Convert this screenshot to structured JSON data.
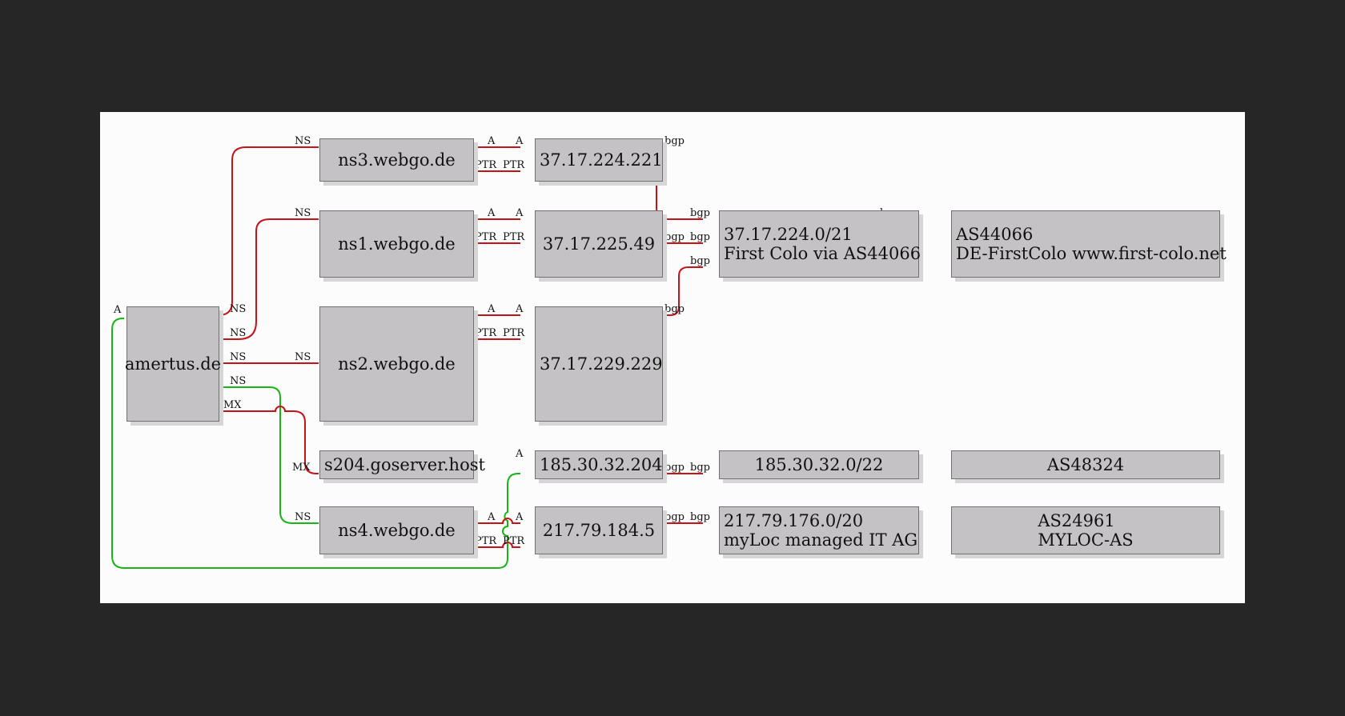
{
  "colors": {
    "dns": "#c4141a",
    "ns_alt": "#18b418",
    "node_fill": "#c4c2c4",
    "background": "#262626",
    "canvas": "#fcfcfc"
  },
  "nodes": {
    "amertus": "amertus.de",
    "ns3": "ns3.webgo.de",
    "ns1": "ns1.webgo.de",
    "ns2": "ns2.webgo.de",
    "s204": "s204.goserver.host",
    "ns4": "ns4.webgo.de",
    "ip_221": "37.17.224.221",
    "ip_49": "37.17.225.49",
    "ip_229": "37.17.229.229",
    "ip_204": "185.30.32.204",
    "ip_1845": "217.79.184.5",
    "net_224": {
      "line1": "37.17.224.0/21",
      "line2": "First Colo via AS44066"
    },
    "net_185": "185.30.32.0/22",
    "net_217": {
      "line1": "217.79.176.0/20",
      "line2": "myLoc managed IT AG"
    },
    "as_44066": {
      "line1": "AS44066",
      "line2": "DE-FirstColo www.first-colo.net"
    },
    "as_48324": "AS48324",
    "as_24961": {
      "line1": "AS24961",
      "line2": "MYLOC-AS"
    }
  },
  "edge_labels": {
    "ns": "NS",
    "mx": "MX",
    "a": "A",
    "ptr": "PTR",
    "bgp": "bgp"
  }
}
